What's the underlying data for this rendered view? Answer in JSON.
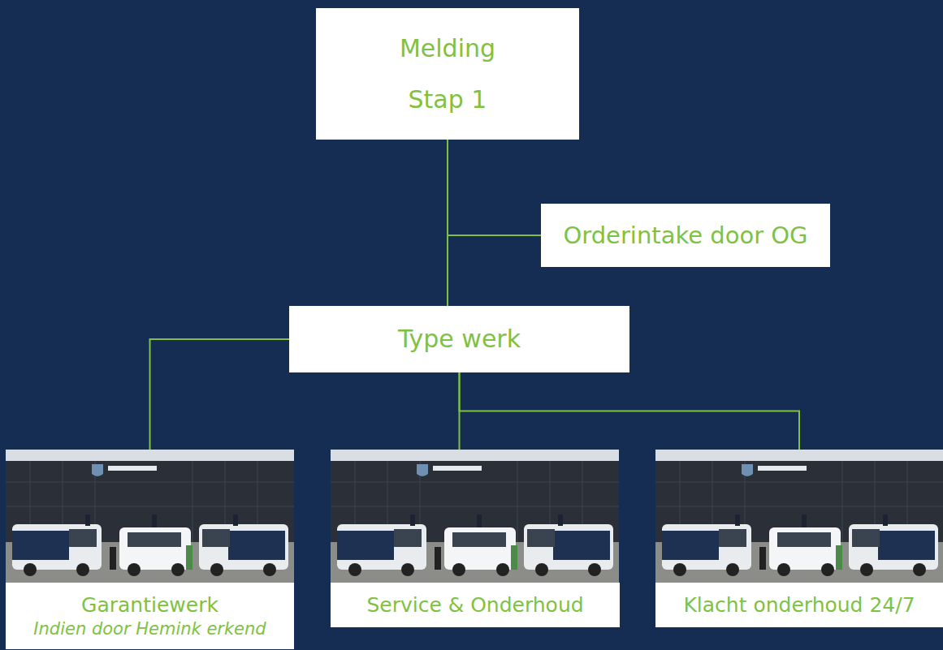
{
  "diagram": {
    "nodes": [
      {
        "text": [
          "Melding",
          "Stap 1"
        ]
      },
      {
        "text": [
          "Orderintake door OG"
        ]
      },
      {
        "text": [
          "Type werk"
        ]
      },
      {
        "text": [
          "Garantiewerk",
          "Indien door Hemink erkend"
        ]
      },
      {
        "text": [
          "Service & Onderhoud"
        ]
      },
      {
        "text": [
          "Klacht onderhoud 24/7"
        ]
      }
    ],
    "edges": [
      {
        "from": 0,
        "to": 1,
        "arrow": "none"
      },
      {
        "from": 0,
        "to": 2,
        "arrow": "none"
      },
      {
        "from": 2,
        "to": 3,
        "arrow": "none"
      },
      {
        "from": 2,
        "to": 4,
        "arrow": "none"
      },
      {
        "from": 2,
        "to": 5,
        "arrow": "none"
      }
    ]
  }
}
